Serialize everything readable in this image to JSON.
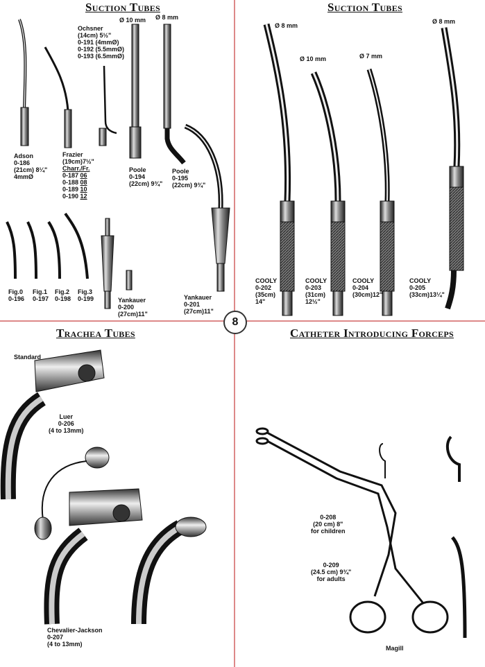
{
  "page_number": "8",
  "sections": {
    "suction_left": {
      "title": "Suction Tubes",
      "adson": {
        "name": "Adson",
        "code": "0-186",
        "size": "(21cm) 8¼\"",
        "diameter": "4mmØ"
      },
      "ochsner": {
        "name": "Ochsner",
        "size": "(14cm) 5½\"",
        "lines": [
          "0-191 (4mmØ)",
          "0-192 (5.5mmØ)",
          "0-193 (6.5mmØ)"
        ]
      },
      "frazier": {
        "name": "Frazier",
        "size": "(19cm)7½\"",
        "charr_header": "Charr./Fr.",
        "codes": [
          {
            "code": "0-187",
            "fr": "06"
          },
          {
            "code": "0-188",
            "fr": "08"
          },
          {
            "code": "0-189",
            "fr": "10"
          },
          {
            "code": "0-190",
            "fr": "12"
          }
        ]
      },
      "poole_194": {
        "diameter": "Ø 10 mm",
        "name": "Poole",
        "code": "0-194",
        "size": "(22cm) 9¾\""
      },
      "poole_195": {
        "diameter": "Ø 8 mm",
        "name": "Poole",
        "code": "0-195",
        "size": "(22cm) 9¾\""
      },
      "figs": [
        {
          "fig": "Fig.0",
          "code": "0-196"
        },
        {
          "fig": "Fig.1",
          "code": "0-197"
        },
        {
          "fig": "Fig.2",
          "code": "0-198"
        },
        {
          "fig": "Fig.3",
          "code": "0-199"
        }
      ],
      "yankauer_200": {
        "name": "Yankauer",
        "code": "0-200",
        "size": "(27cm)11\""
      },
      "yankauer_201": {
        "name": "Yankauer",
        "code": "0-201",
        "size": "(27cm)11\""
      }
    },
    "suction_right": {
      "title": "Suction Tubes",
      "items": [
        {
          "diameter": "Ø 8 mm",
          "name": "COOLY",
          "code": "0-202",
          "size1": "(35cm)",
          "size2": "14\""
        },
        {
          "diameter": "Ø 10 mm",
          "name": "COOLY",
          "code": "0-203",
          "size1": "(31cm)",
          "size2": "12½\""
        },
        {
          "diameter": "Ø 7 mm",
          "name": "COOLY",
          "code": "0-204",
          "size1": "(30cm)12\"",
          "size2": ""
        },
        {
          "diameter": "Ø 8 mm",
          "name": "COOLY",
          "code": "0-205",
          "size1": "(33cm)13¼\"",
          "size2": ""
        }
      ]
    },
    "trachea": {
      "title": "Trachea Tubes",
      "standard": "Standard",
      "luer": {
        "name": "Luer",
        "code": "0-206",
        "range": "(4 to 13mm)"
      },
      "chevalier": {
        "name": "Chevalier-Jackson",
        "code": "0-207",
        "range": "(4 to 13mm)"
      }
    },
    "forceps": {
      "title": "Catheter Introducing Forceps",
      "children": {
        "code": "0-208",
        "size": "(20 cm) 8\"",
        "note": "for children"
      },
      "adults": {
        "code": "0-209",
        "size": "(24.5 cm) 9¾\"",
        "note": "for adults"
      },
      "magill": "Magill"
    }
  }
}
